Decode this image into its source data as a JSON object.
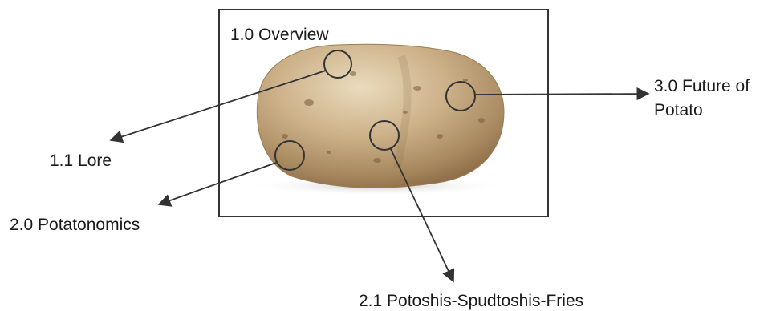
{
  "labels": {
    "overview": "1.0 Overview",
    "lore": "1.1 Lore",
    "potatonomics": "2.0 Potatonomics",
    "future_line1": "3.0 Future of",
    "future_line2": "Potato",
    "fries": "2.1  Potoshis-Spudtoshis-Fries"
  },
  "image": {
    "subject": "potato",
    "skin_color": "#c2a47c",
    "highlight_color": "#e7d6b6",
    "shadow_color": "#8a6b46",
    "spot_color": "#7a5a3a"
  },
  "colors": {
    "frame": "#333333",
    "arrows": "#333333",
    "text": "#1a1a1a"
  }
}
